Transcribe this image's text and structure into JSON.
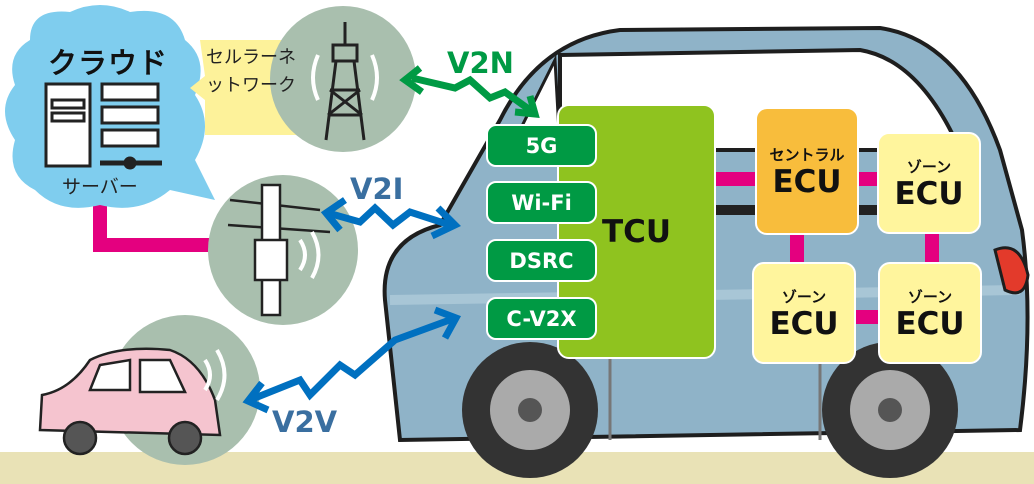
{
  "cloud": {
    "title": "クラウド",
    "server_label": "サーバー"
  },
  "cellular_label": "セルラーネットワーク",
  "links": {
    "v2n": "V2N",
    "v2i": "V2I",
    "v2v": "V2V"
  },
  "comm_modules": [
    "5G",
    "Wi-Fi",
    "DSRC",
    "C-V2X"
  ],
  "tcu": "TCU",
  "central_ecu": {
    "sub": "セントラル",
    "main": "ECU"
  },
  "zone_ecus": [
    {
      "sub": "ゾーン",
      "main": "ECU"
    },
    {
      "sub": "ゾーン",
      "main": "ECU"
    },
    {
      "sub": "ゾーン",
      "main": "ECU"
    }
  ],
  "colors": {
    "green": "#009a44",
    "blue": "#0070c0",
    "magenta": "#e4007f",
    "tcu": "#8fc31f",
    "central": "#f8bd3c",
    "zone": "#fff59d",
    "car": "#8fb3c8"
  }
}
